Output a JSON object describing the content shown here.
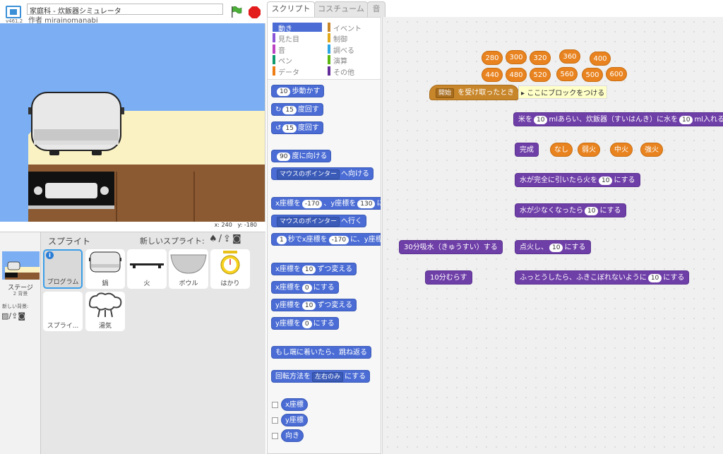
{
  "header": {
    "version": "v461.2",
    "project_title": "家庭科 - 炊飯器シミュレータ",
    "author": "作者 mirainomanabi"
  },
  "stage": {
    "coord_x": "x: 240",
    "coord_y": "y: -180"
  },
  "sprite_pane": {
    "stage_label": "ステージ",
    "stage_bg_count": "2 背景",
    "new_backdrop_label": "新しい背景:",
    "sprites_header": "スプライト",
    "new_sprite_label": "新しいスプライト:",
    "sprites": [
      "プログラム",
      "鍋",
      "火",
      "ボウル",
      "はかり",
      "スプライ...",
      "湯気"
    ]
  },
  "tabs": [
    "スクリプト",
    "コスチューム",
    "音"
  ],
  "categories": [
    {
      "label": "動き",
      "color": "#4a6cd4"
    },
    {
      "label": "イベント",
      "color": "#c8862a"
    },
    {
      "label": "見た目",
      "color": "#8a55d7"
    },
    {
      "label": "制御",
      "color": "#e1a91a"
    },
    {
      "label": "音",
      "color": "#bb42c3"
    },
    {
      "label": "調べる",
      "color": "#2ca5e2"
    },
    {
      "label": "ペン",
      "color": "#0e9a6c"
    },
    {
      "label": "演算",
      "color": "#5cb712"
    },
    {
      "label": "データ",
      "color": "#ee7d16"
    },
    {
      "label": "その他",
      "color": "#632d99"
    }
  ],
  "palette": {
    "move_steps": [
      "10",
      "歩動かす"
    ],
    "turn_right": [
      "15",
      "度回す"
    ],
    "turn_left": [
      "15",
      "度回す"
    ],
    "point_dir": [
      "90",
      "度に向ける"
    ],
    "point_towards": [
      "マウスのポインター",
      "へ向ける"
    ],
    "goto_xy": [
      "x座標を",
      "-170",
      "、y座標を",
      "130",
      "にす"
    ],
    "goto": [
      "マウスのポインター",
      "へ行く"
    ],
    "glide": [
      "1",
      "秒でx座標を",
      "-170",
      "に、y座標を"
    ],
    "change_x": [
      "x座標を",
      "10",
      "ずつ変える"
    ],
    "set_x": [
      "x座標を",
      "0",
      "にする"
    ],
    "change_y": [
      "y座標を",
      "10",
      "ずつ変える"
    ],
    "set_y": [
      "y座標を",
      "0",
      "にする"
    ],
    "bounce": "もし端に着いたら、跳ね返る",
    "rotation": [
      "回転方法を",
      "左右のみ",
      "にする"
    ],
    "reporters": [
      "x座標",
      "y座標",
      "向き"
    ]
  },
  "script": {
    "numbers_row1": [
      "280",
      "300",
      "320",
      "360",
      "400"
    ],
    "numbers_row2": [
      "440",
      "480",
      "520",
      "560",
      "500",
      "600"
    ],
    "hat": [
      "開始",
      "を受け取ったとき"
    ],
    "hint": "ここにブロックをつける",
    "wash_block": [
      "米を",
      "10",
      "mlあらい、炊飯器（すいはんき）に水を",
      "10",
      "ml入れる"
    ],
    "done_block": "完成",
    "heat_levels": [
      "なし",
      "弱火",
      "中火",
      "強火"
    ],
    "water_gone": [
      "水が完全に引いたら火を",
      "10",
      "にする"
    ],
    "water_low": [
      "水が少なくなったら",
      "10",
      "にする"
    ],
    "soak": "30分吸水（きゅうすい）する",
    "ignite": [
      "点火し、",
      "10",
      "にする"
    ],
    "steam": "10分むらす",
    "boil": [
      "ふっとうしたら、ふきこぼれないように",
      "10",
      "にする"
    ]
  },
  "colors": {
    "motion": "#4a6cd4",
    "custom": "#6f3fa8",
    "reporter_orange": "#e8831f",
    "event": "#c8862a"
  }
}
